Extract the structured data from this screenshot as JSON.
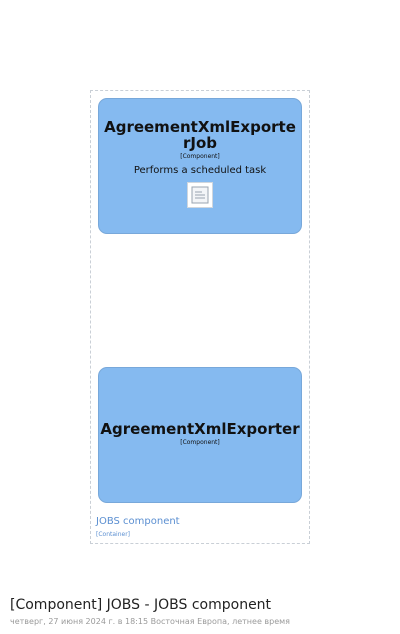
{
  "diagram": {
    "boundary": {
      "label": "JOBS component",
      "type": "[Container]"
    },
    "components": [
      {
        "name": "AgreementXmlExporterJob",
        "type": "[Component]",
        "description": "Performs a scheduled task",
        "icon": "document-icon"
      },
      {
        "name": "AgreementXmlExporter",
        "type": "[Component]"
      }
    ],
    "colors": {
      "component_fill": "#85baf0",
      "boundary_text": "#5b8fd1",
      "boundary_border": "#c9cfd6"
    }
  },
  "footer": {
    "title": "[Component] JOBS - JOBS component",
    "subtitle": "четверг, 27 июня 2024 г. в 18:15 Восточная Европа, летнее время"
  }
}
